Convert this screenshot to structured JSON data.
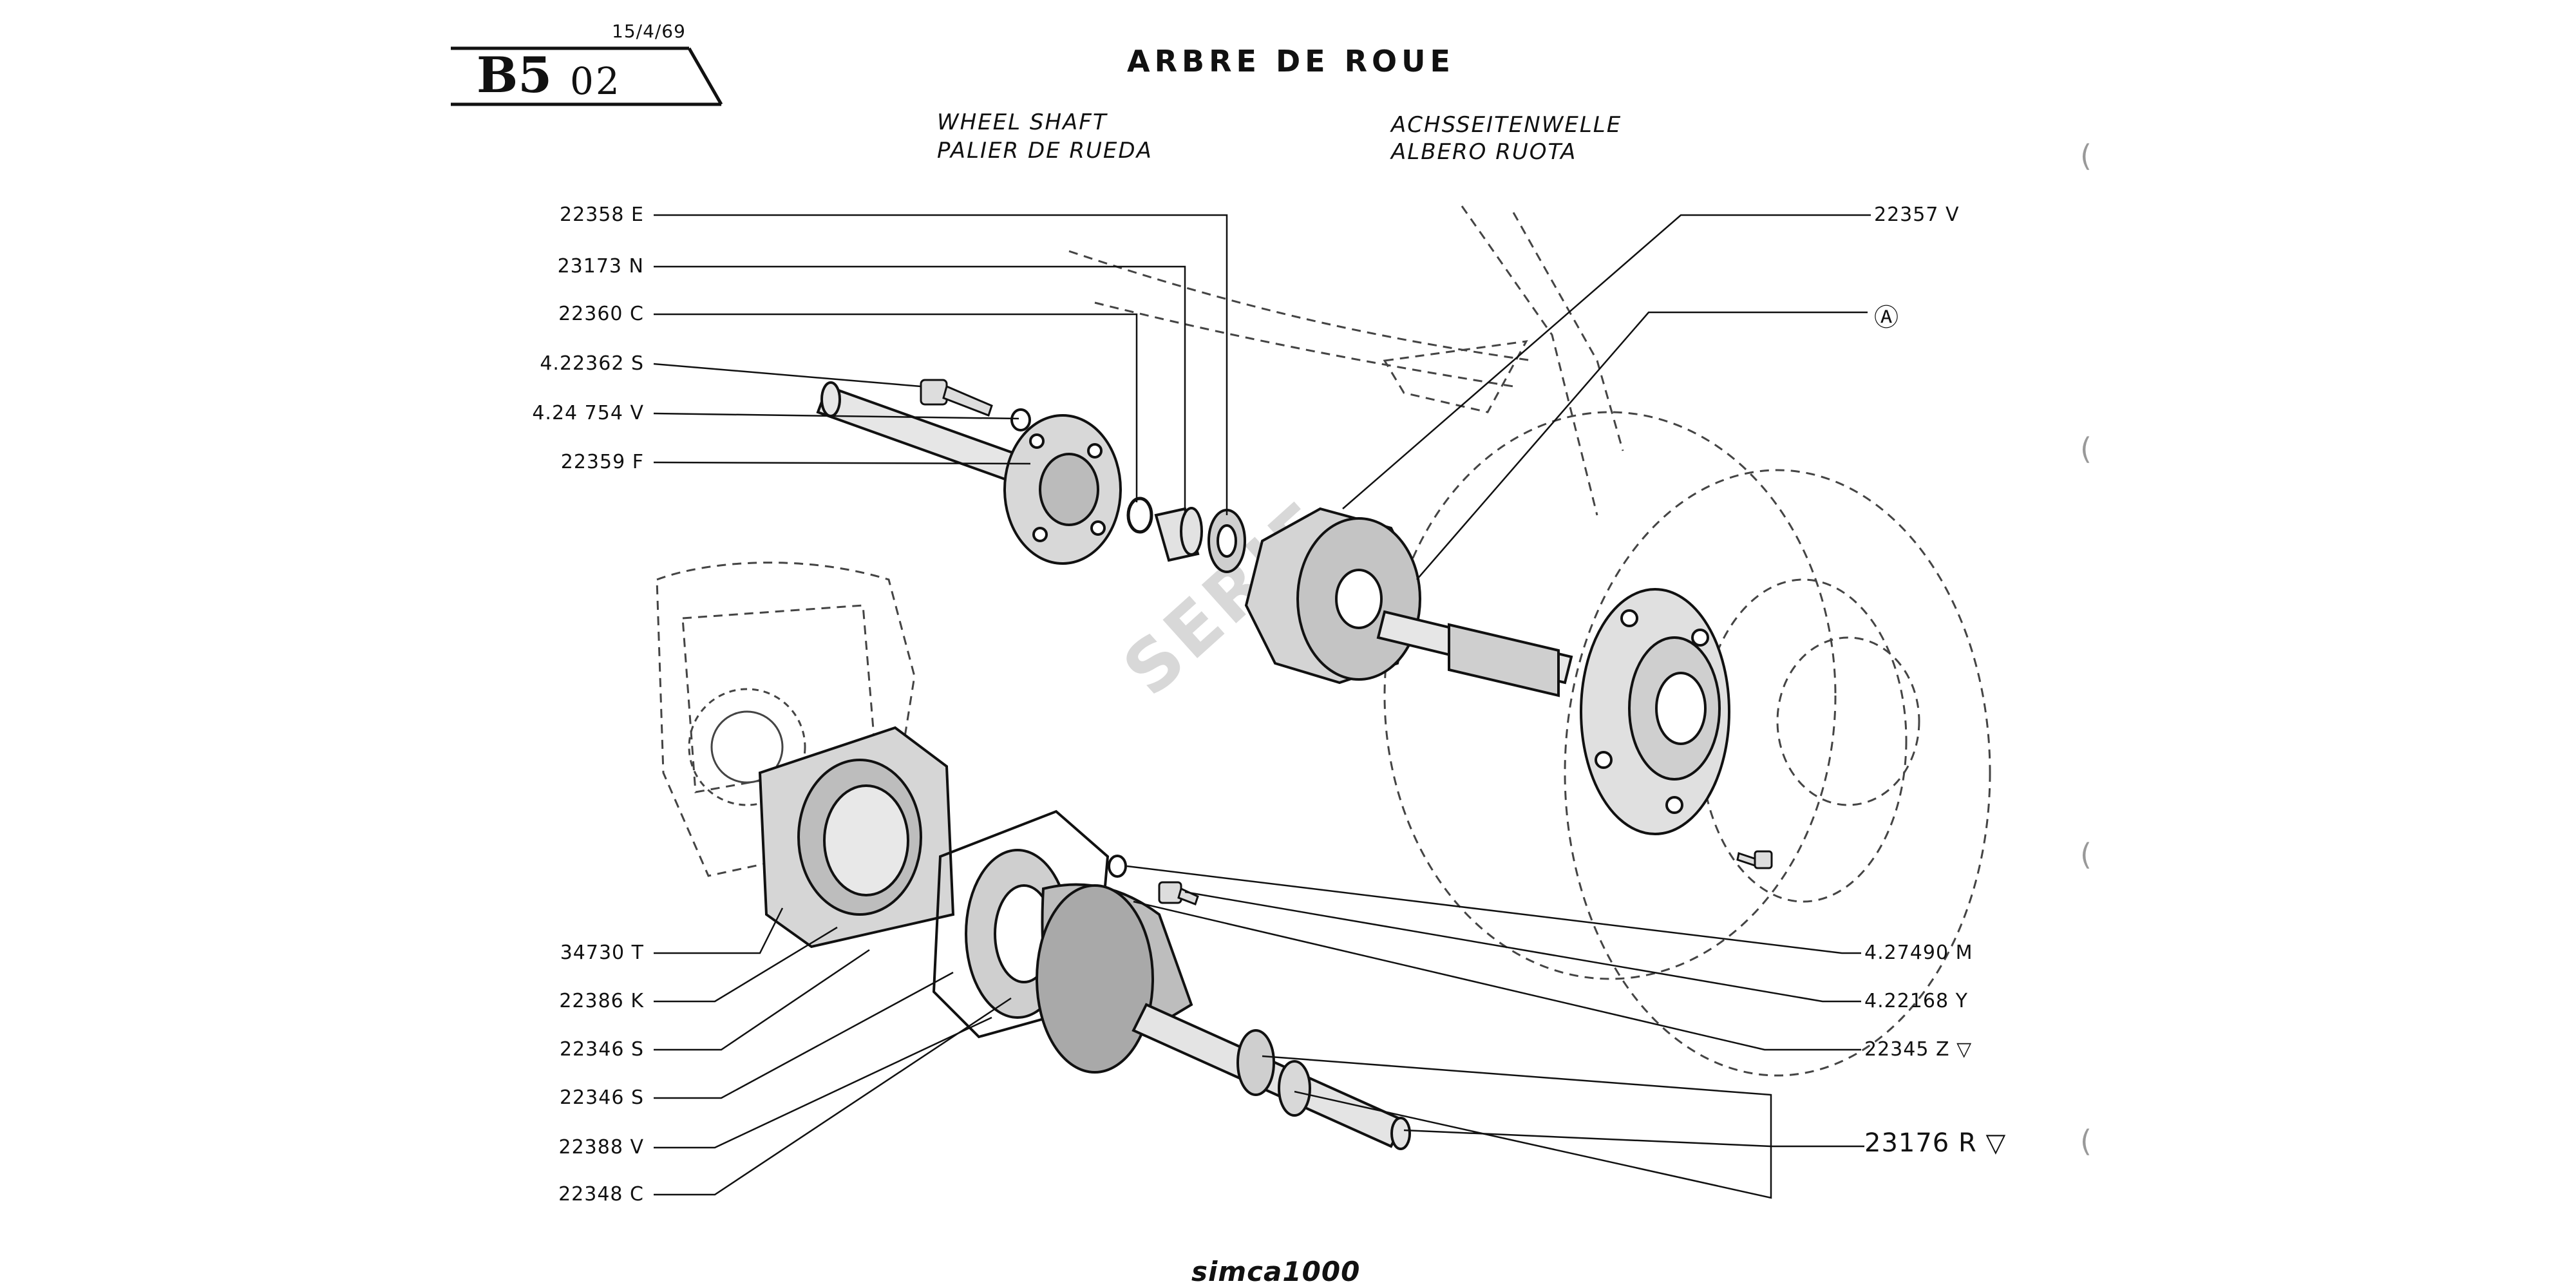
{
  "header": {
    "date": "15/4/69",
    "plate_number": "B5",
    "plate_sub": "02",
    "title": "ARBRE DE ROUE",
    "subtitles": [
      "WHEEL SHAFT",
      "PALIER DE RUEDA",
      "ACHSSEITENWELLE",
      "ALBERO RUOTA"
    ]
  },
  "callouts_left": [
    {
      "ref": "22358",
      "code": "E"
    },
    {
      "ref": "23173",
      "code": "N"
    },
    {
      "ref": "22360",
      "code": "C"
    },
    {
      "ref": "4.22362",
      "code": "S"
    },
    {
      "ref": "4.24 754",
      "code": "V"
    },
    {
      "ref": "22359",
      "code": "F"
    },
    {
      "ref": "34730",
      "code": "T"
    },
    {
      "ref": "22386",
      "code": "K"
    },
    {
      "ref": "22346",
      "code": "S"
    },
    {
      "ref": "22346",
      "code": "S"
    },
    {
      "ref": "22388",
      "code": "V"
    },
    {
      "ref": "22348",
      "code": "C"
    }
  ],
  "callouts_right": [
    {
      "ref": "22357",
      "code": "V"
    },
    {
      "ref": "Ⓐ",
      "code": ""
    },
    {
      "ref": "4.27490",
      "code": "M"
    },
    {
      "ref": "4.22168",
      "code": "Y"
    },
    {
      "ref": "22345",
      "code": "Z ▽"
    },
    {
      "ref": "23176",
      "code": "R ▽"
    }
  ],
  "footer": {
    "brand": "simca1000"
  },
  "watermark": "SERIE"
}
